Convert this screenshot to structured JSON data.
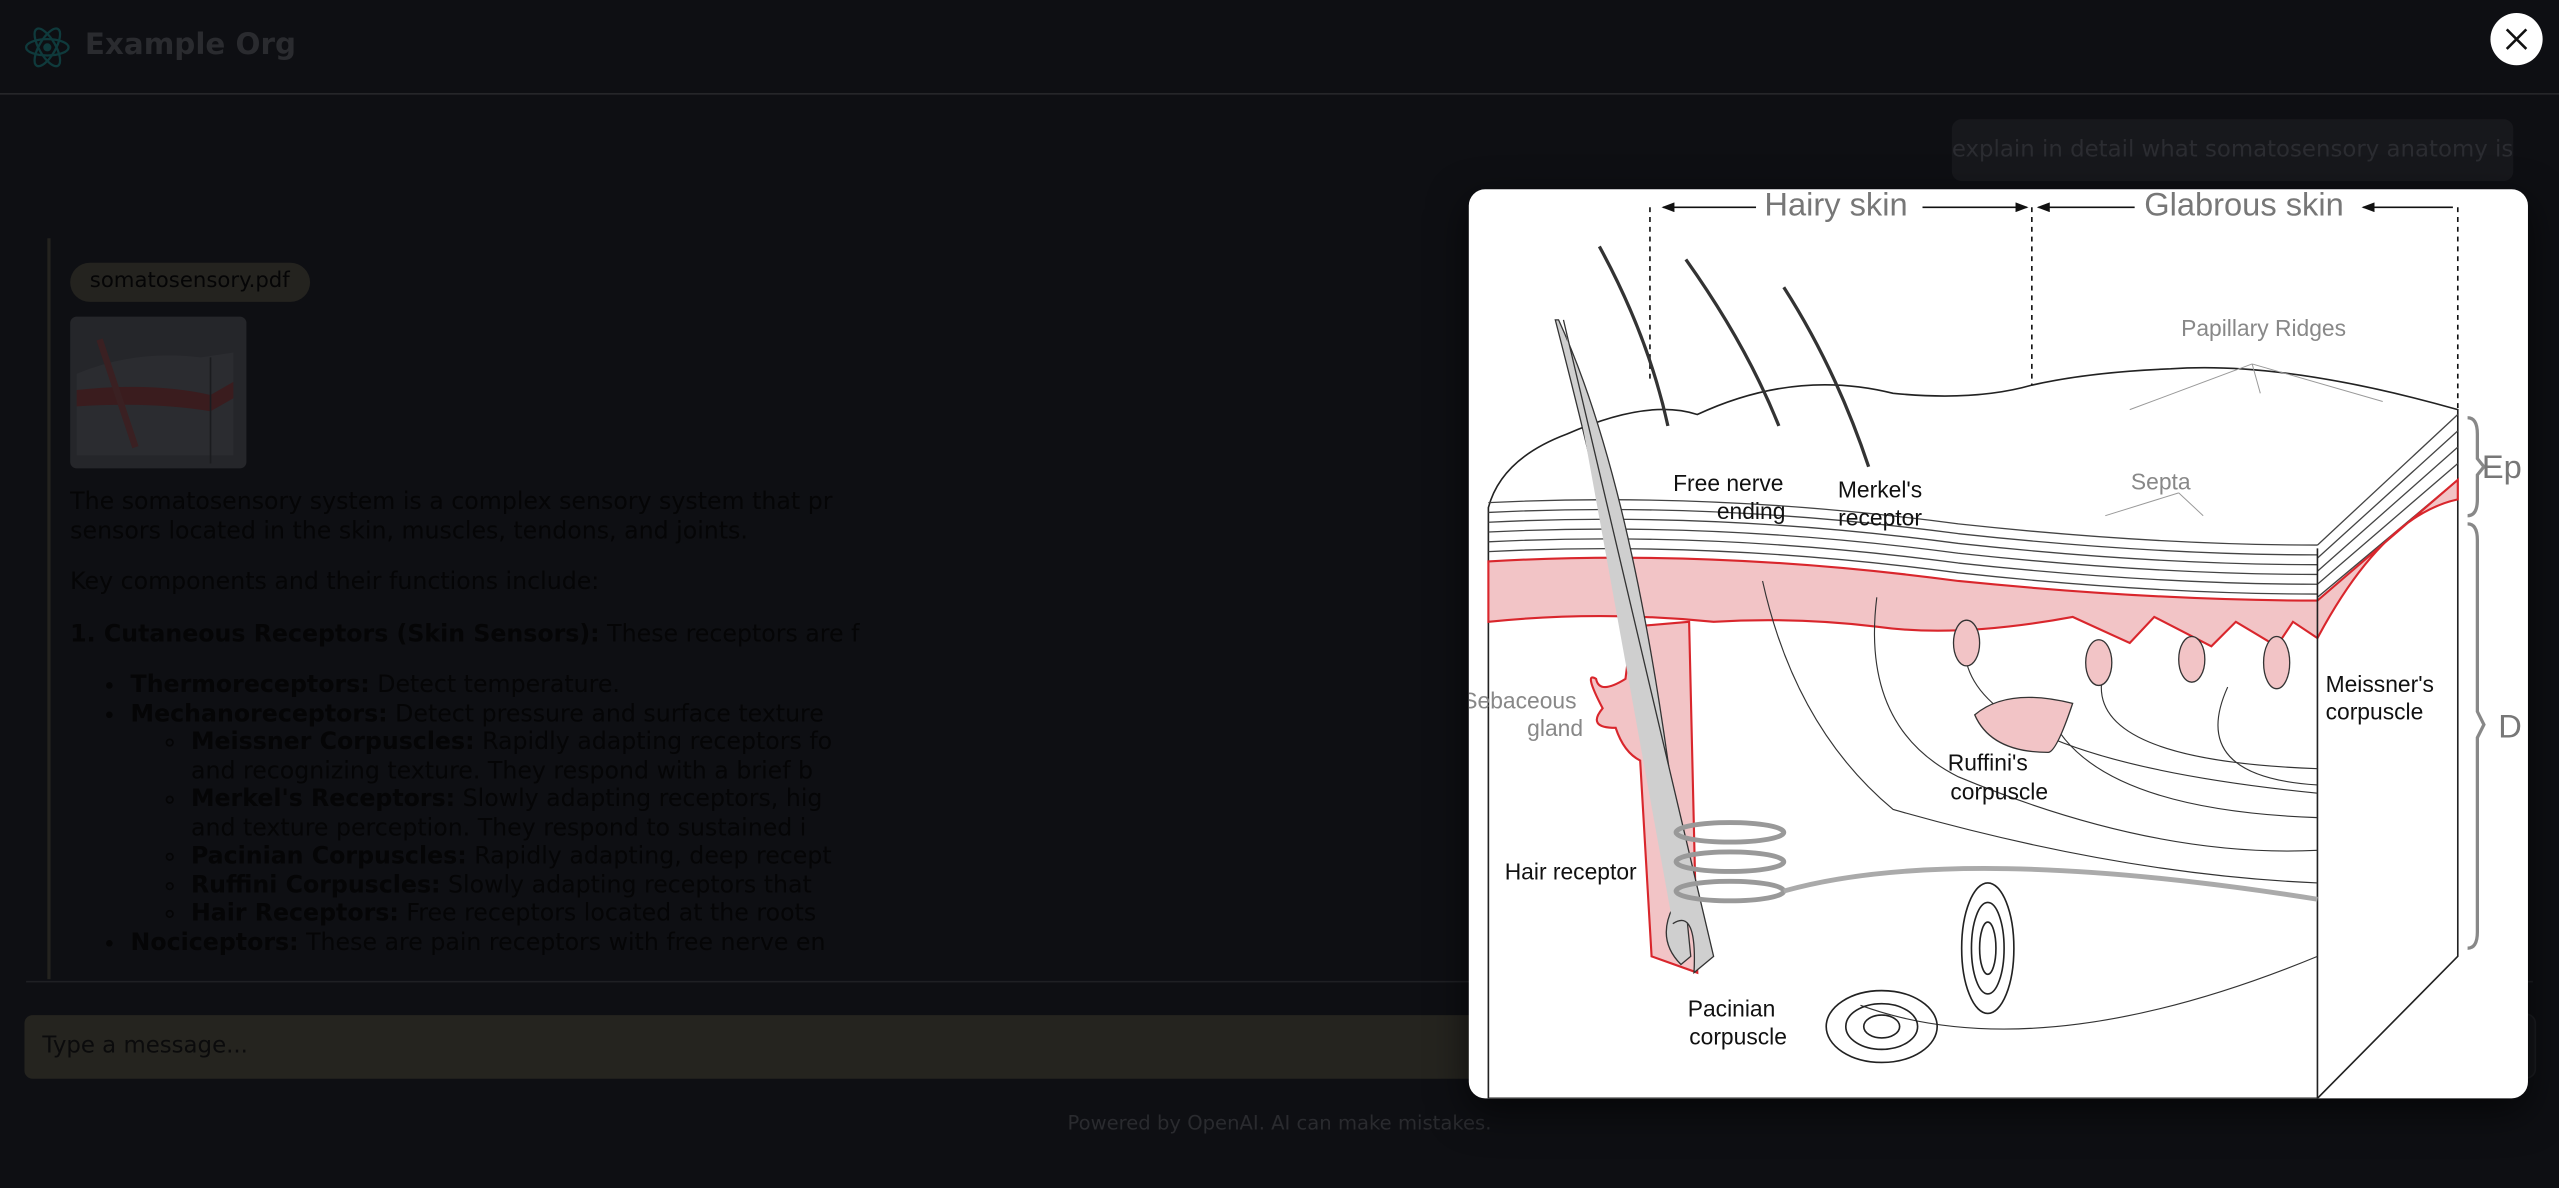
{
  "header": {
    "org_name": "Example Org",
    "logo_icon": "atom-icon"
  },
  "close_icon": "close-icon",
  "user_message": "explain in detail what somatosensory anatomy is",
  "assistant": {
    "attachment_name": "somatosensory.pdf",
    "paragraphs": [
      "The somatosensory system is a complex sensory system that pr",
      "sensors located in the skin, muscles, tendons, and joints.",
      "Key components and their functions include:"
    ],
    "section1": {
      "title": "1. Cutaneous Receptors (Skin Sensors):",
      "text": " These receptors are f"
    },
    "items": [
      {
        "term": "Thermoreceptors:",
        "text": " Detect temperature."
      },
      {
        "term": "Mechanoreceptors:",
        "text": " Detect pressure and surface texture"
      }
    ],
    "subitems": [
      {
        "term": "Meissner Corpuscles:",
        "text": " Rapidly adapting receptors fo",
        "text2": "and recognizing texture. They respond with a brief b"
      },
      {
        "term": "Merkel's Receptors:",
        "text": " Slowly adapting receptors, hig",
        "text2": "and texture perception. They respond to sustained i"
      },
      {
        "term": "Pacinian Corpuscles:",
        "text": " Rapidly adapting, deep recept"
      },
      {
        "term": "Ruffini Corpuscles:",
        "text": " Slowly adapting receptors that"
      },
      {
        "term": "Hair Receptors:",
        "text": " Free receptors located at the roots"
      }
    ],
    "last_item": {
      "term": "Nociceptors:",
      "text": " These are pain receptors with free nerve en"
    }
  },
  "composer": {
    "placeholder": "Type a message...",
    "send_icon": "send-icon"
  },
  "footer": "Powered by OpenAI. AI can make mistakes.",
  "diagram": {
    "hairy_skin": "Hairy skin",
    "glabrous_skin": "Glabrous skin",
    "papillary_ridges": "Papillary Ridges",
    "septa": "Septa",
    "free_nerve_1": "Free nerve",
    "free_nerve_2": "ending",
    "merkel_1": "Merkel's",
    "merkel_2": "receptor",
    "sebaceous_1": "Sebaceous",
    "sebaceous_2": "gland",
    "meissner_1": "Meissner's",
    "meissner_2": "corpuscle",
    "ruffini_1": "Ruffini's",
    "ruffini_2": "corpuscle",
    "hair_receptor": "Hair receptor",
    "pacinian_1": "Pacinian",
    "pacinian_2": "corpuscle",
    "epidermis_cut": "Ep",
    "dermis_cut": "D"
  },
  "colors": {
    "background": "#0e0f13",
    "dermis": "#f2c4c6",
    "dermis_edge": "#d9262c"
  }
}
